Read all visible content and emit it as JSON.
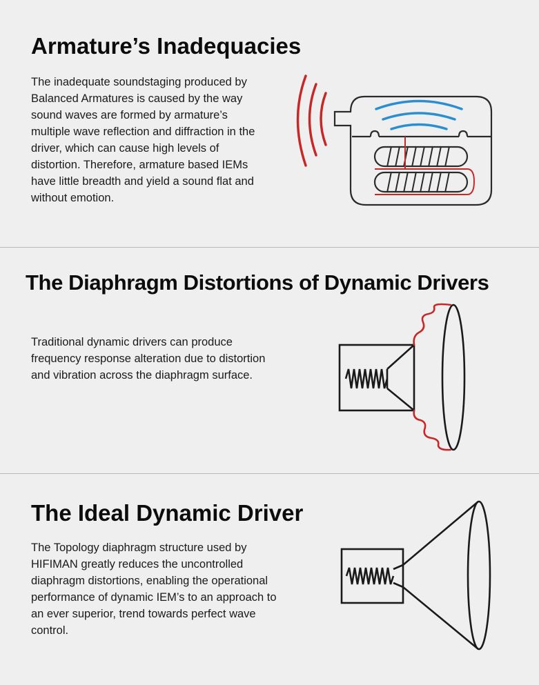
{
  "sections": [
    {
      "title": "Armature’s Inadequacies",
      "body": "The inadequate soundstaging produced by Balanced Armatures is caused by the way sound waves are formed by armature’s multiple wave reflection and diffraction in the driver, which can cause high levels of distortion.  Therefore, armature based IEMs have little breadth and yield a sound flat and without emotion.",
      "diagram_icon": "balanced-armature-driver"
    },
    {
      "title": "The Diaphragm Distortions of Dynamic Drivers",
      "body": "Traditional dynamic drivers can produce frequency response alteration due to distortion and vibration across the diaphragm surface.",
      "diagram_icon": "distorted-dynamic-driver"
    },
    {
      "title": "The Ideal Dynamic Driver",
      "body": "The Topology diaphragm structure used by HIFIMAN greatly reduces the uncontrolled diaphragm distortions, enabling the operational performance of dynamic IEM’s to an approach to an ever superior, trend towards perfect wave control.",
      "diagram_icon": "ideal-dynamic-driver"
    }
  ],
  "colors": {
    "background": "#efefef",
    "outline": "#2a2a2a",
    "sound_waves_out": "#c62828",
    "sound_waves_in": "#2a8fd0",
    "distortion": "#c62828",
    "divider": "#b9b9b9"
  }
}
